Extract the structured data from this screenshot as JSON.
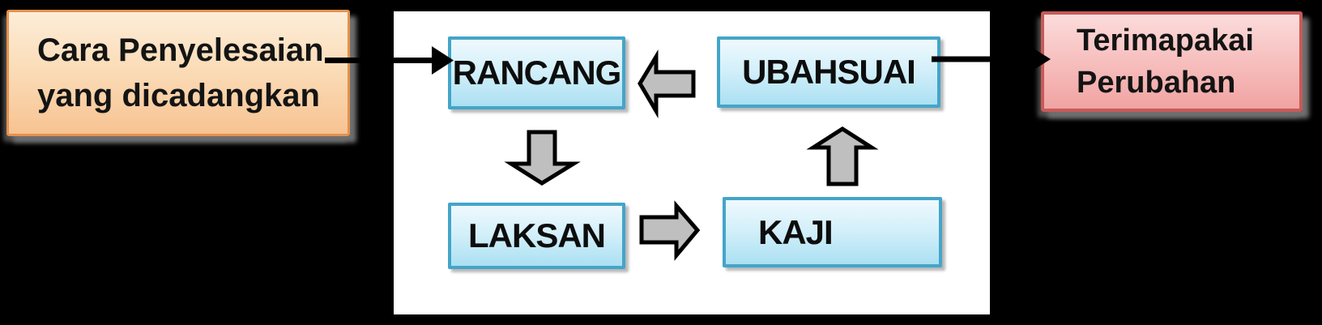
{
  "canvas": {
    "background_color": "#000000"
  },
  "proposal_box": {
    "line1": "Cara Penyelesaian",
    "line2": "yang dicadangkan",
    "fill_top": "#FDEDD8",
    "fill_bottom": "#F7C392",
    "border_color": "#E2924E",
    "text_color": "#141414"
  },
  "cycle_panel": {
    "background_color": "#FFFFFF",
    "border_color": "#000000",
    "nodes": {
      "rancang": {
        "label": "RANCANG"
      },
      "ubahsuai": {
        "label": "UBAHSUAI"
      },
      "laksan": {
        "label": "LAKSAN"
      },
      "kaji": {
        "label": "KAJI"
      }
    },
    "node_fill_top": "#EFF9FD",
    "node_fill_bottom": "#ABE0F2",
    "node_border_color": "#43A5C9",
    "block_arrow_fill": "#BFBFBF",
    "block_arrow_stroke": "#000000",
    "flow": [
      "RANCANG -> LAKSAN",
      "LAKSAN -> KAJI",
      "KAJI -> UBAHSUAI",
      "UBAHSUAI -> RANCANG"
    ]
  },
  "adopt_box": {
    "line1": "Terimapakai",
    "line2": "Perubahan",
    "fill_top": "#FBDCDB",
    "fill_bottom": "#F0A3A2",
    "border_color": "#C65A58",
    "text_color": "#141414"
  },
  "connectors": {
    "color": "#000000",
    "left": "proposal-box -> RANCANG",
    "right": "UBAHSUAI -> adopt-box"
  }
}
